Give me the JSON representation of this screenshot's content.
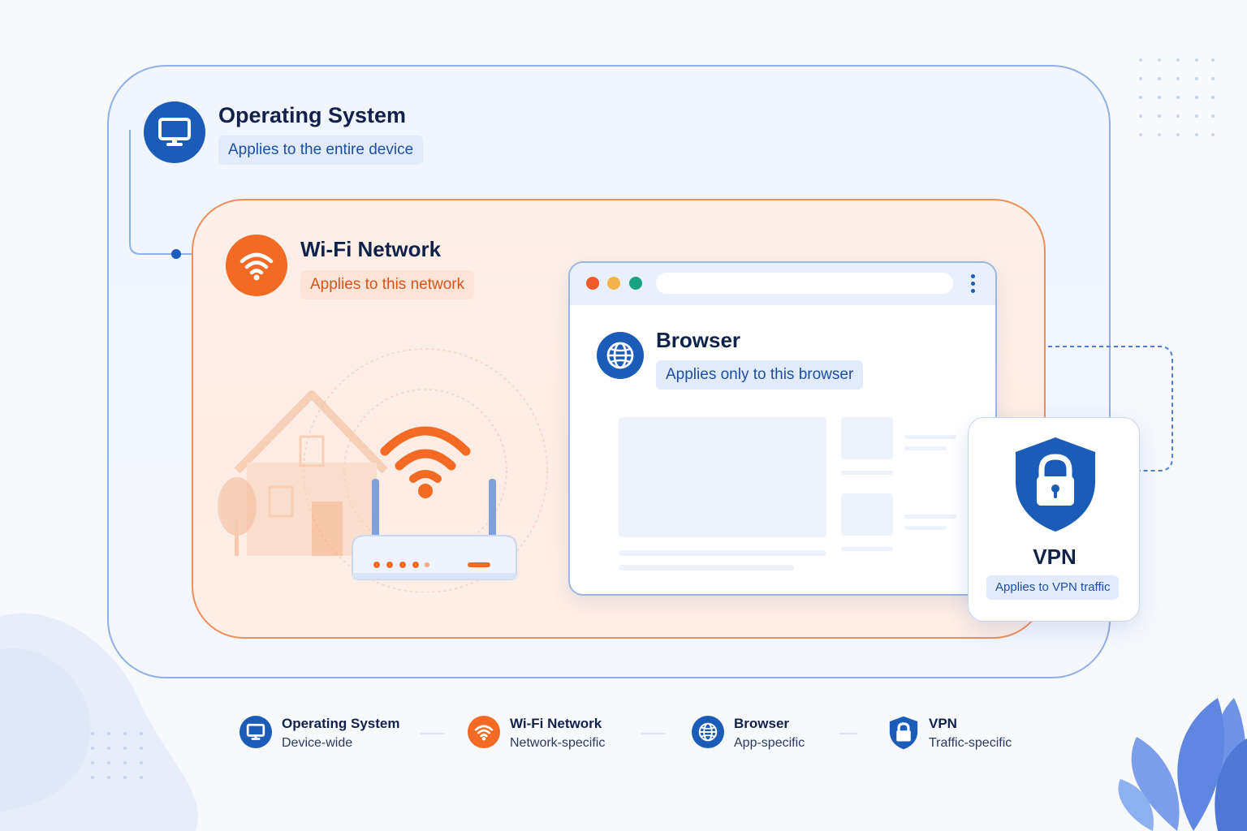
{
  "os": {
    "title": "Operating System",
    "subtitle": "Applies to the entire device",
    "icon": "monitor-icon",
    "color": "#1a5cb8"
  },
  "wifi": {
    "title": "Wi-Fi Network",
    "subtitle": "Applies to this network",
    "icon": "wifi-icon",
    "color": "#f26a23"
  },
  "browser": {
    "title": "Browser",
    "subtitle": "Applies only to this browser",
    "icon": "globe-icon",
    "window_dots": [
      "#ef5a2a",
      "#f5b24d",
      "#1aa383"
    ]
  },
  "vpn": {
    "title": "VPN",
    "subtitle": "Applies to VPN traffic",
    "icon": "shield-lock-icon"
  },
  "legend": [
    {
      "title": "Operating System",
      "subtitle": "Device-wide",
      "icon": "monitor-icon"
    },
    {
      "title": "Wi-Fi Network",
      "subtitle": "Network-specific",
      "icon": "wifi-icon"
    },
    {
      "title": "Browser",
      "subtitle": "App-specific",
      "icon": "globe-icon"
    },
    {
      "title": "VPN",
      "subtitle": "Traffic-specific",
      "icon": "shield-lock-icon"
    }
  ]
}
